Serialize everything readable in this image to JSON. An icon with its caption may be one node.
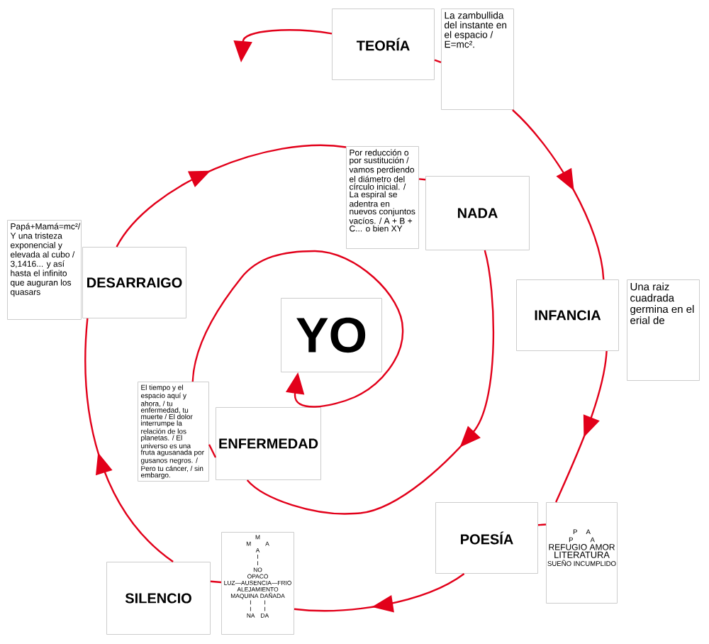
{
  "diagram": {
    "nodes": [
      {
        "text": [
          "TEORÍA"
        ]
      },
      {
        "text": [
          "La zambullida del instante en el espacio / E=mc²."
        ]
      },
      {
        "text": [
          "Por reducción o por sustitución / vamos perdiendo el diámetro del círculo inicial. / La espiral se adentra en nuevos conjuntos vacíos. / A + B + C... o bien XY"
        ]
      },
      {
        "text": [
          "NADA"
        ]
      },
      {
        "text": [
          "Papá+Mamá=mc²/ Y una tristeza exponencial y elevada al cubo / 3,1416... y así hasta el infinito que auguran los quasars"
        ]
      },
      {
        "text": [
          "DESARRAIGO"
        ]
      },
      {
        "text": [
          "INFANCIA"
        ]
      },
      {
        "text": [
          "Una raiz cuadrada germina en el erial de"
        ]
      },
      {
        "text": [
          "YO"
        ]
      },
      {
        "text": [
          "El tiempo y el espacio aquí y ahora, / tu enfermedad, tu muerte / El dolor interrumpe la relación de los planetas. / El universo es una fruta agusanada por gusanos negros. / Pero tu cáncer, / sin embargo."
        ]
      },
      {
        "text": [
          "ENFERMEDAD"
        ]
      },
      {
        "text": [
          "POESÍA"
        ]
      },
      {
        "text": [
          "P A",
          "P A",
          "REFUGIO AMOR",
          "LITERATURA",
          "SUEÑO INCUMPLIDO"
        ]
      },
      {
        "text": [
          "SILENCIO"
        ]
      },
      {
        "text": [
          "M",
          "M A",
          "A",
          "I",
          "I",
          "NO",
          "OPACO",
          "LUZ—AUSENCIA—FRIO",
          "ALEJAMIENTO",
          "MAQUINA DAÑADA",
          "I I",
          "I I",
          "NA DA"
        ]
      }
    ],
    "edges": [
      {
        "from": 0,
        "to": null,
        "arrow": "to"
      },
      {
        "from": 0,
        "to": 1,
        "arrow": "none"
      },
      {
        "from": 1,
        "to": 6,
        "arrow": "to"
      },
      {
        "from": 6,
        "to": 12,
        "arrow": "to"
      },
      {
        "from": 12,
        "to": 11,
        "arrow": "none"
      },
      {
        "from": 11,
        "to": 14,
        "arrow": "to"
      },
      {
        "from": 14,
        "to": 13,
        "arrow": "none"
      },
      {
        "from": 13,
        "to": 5,
        "arrow": "to"
      },
      {
        "from": 5,
        "to": 2,
        "arrow": "to"
      },
      {
        "from": 2,
        "to": 3,
        "arrow": "none"
      },
      {
        "from": 3,
        "to": 10,
        "arrow": "to"
      },
      {
        "from": 10,
        "to": 9,
        "arrow": "none"
      },
      {
        "from": 9,
        "to": 8,
        "arrow": "to"
      }
    ]
  }
}
